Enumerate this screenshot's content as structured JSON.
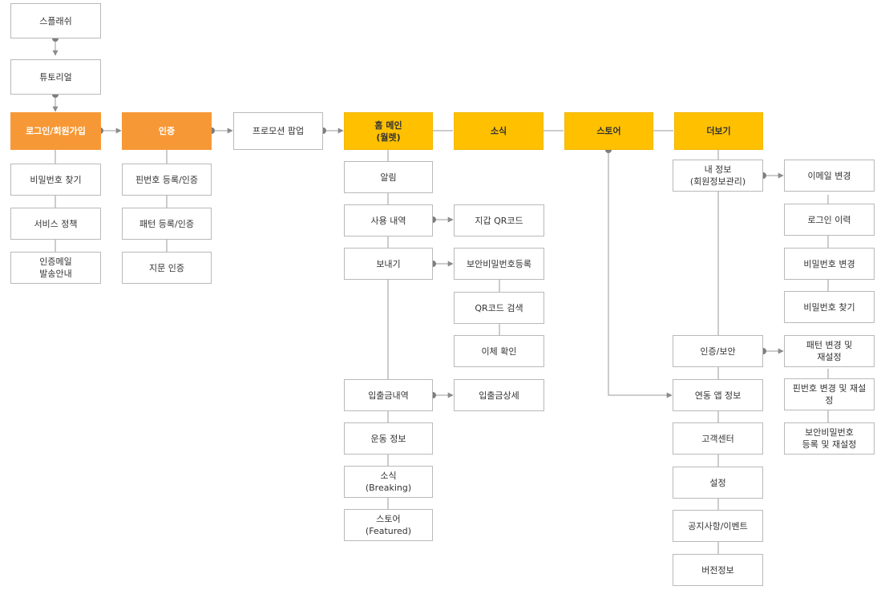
{
  "colors": {
    "orange": "#f79836",
    "yellow": "#ffc000",
    "border": "#b9b9b9",
    "line": "#9a9a9a",
    "dot": "#7d7d7d"
  },
  "nodes": {
    "splash": "스플래쉬",
    "tutorial": "튜토리얼",
    "login": "로그인/회원가입",
    "find_password": "비밀번호 찾기",
    "service_policy": "서비스 정책",
    "auth_mail": "인증메일\n발송안내",
    "auth": "인증",
    "pin_register": "핀번호 등록/인증",
    "pattern_register": "패턴 등록/인증",
    "fingerprint": "지문 인증",
    "promo_popup": "프로모션 팝업",
    "home": "홈 메인\n(월렛)",
    "news": "소식",
    "store": "스토어",
    "more": "더보기",
    "alarm": "알림",
    "usage_history": "사용 내역",
    "wallet_qr": "지갑 QR코드",
    "send": "보내기",
    "security_pw_register": "보안비밀번호등록",
    "qr_search": "QR코드 검색",
    "transfer_confirm": "이체 확인",
    "deposit_history": "입출금내역",
    "deposit_detail": "입출금상세",
    "exercise_info": "운동 정보",
    "news_breaking": "소식\n(Breaking)",
    "store_featured": "스토어\n(Featured)",
    "my_info": "내 정보\n(회원정보관리)",
    "email_change": "이메일 변경",
    "login_history": "로그인 이력",
    "password_change": "비밀번호 변경",
    "password_find": "비밀번호 찾기",
    "auth_security": "인증/보안",
    "pattern_change": "패턴 변경 및\n재설정",
    "pin_change": "핀번호 변경 및 재설\n정",
    "security_pw_reset": "보안비밀번호\n등록 및 재설정",
    "linked_app_info": "연동 앱 정보",
    "customer_center": "고객센터",
    "settings": "설정",
    "notice_event": "공지사항/이벤트",
    "version_info": "버전정보"
  }
}
